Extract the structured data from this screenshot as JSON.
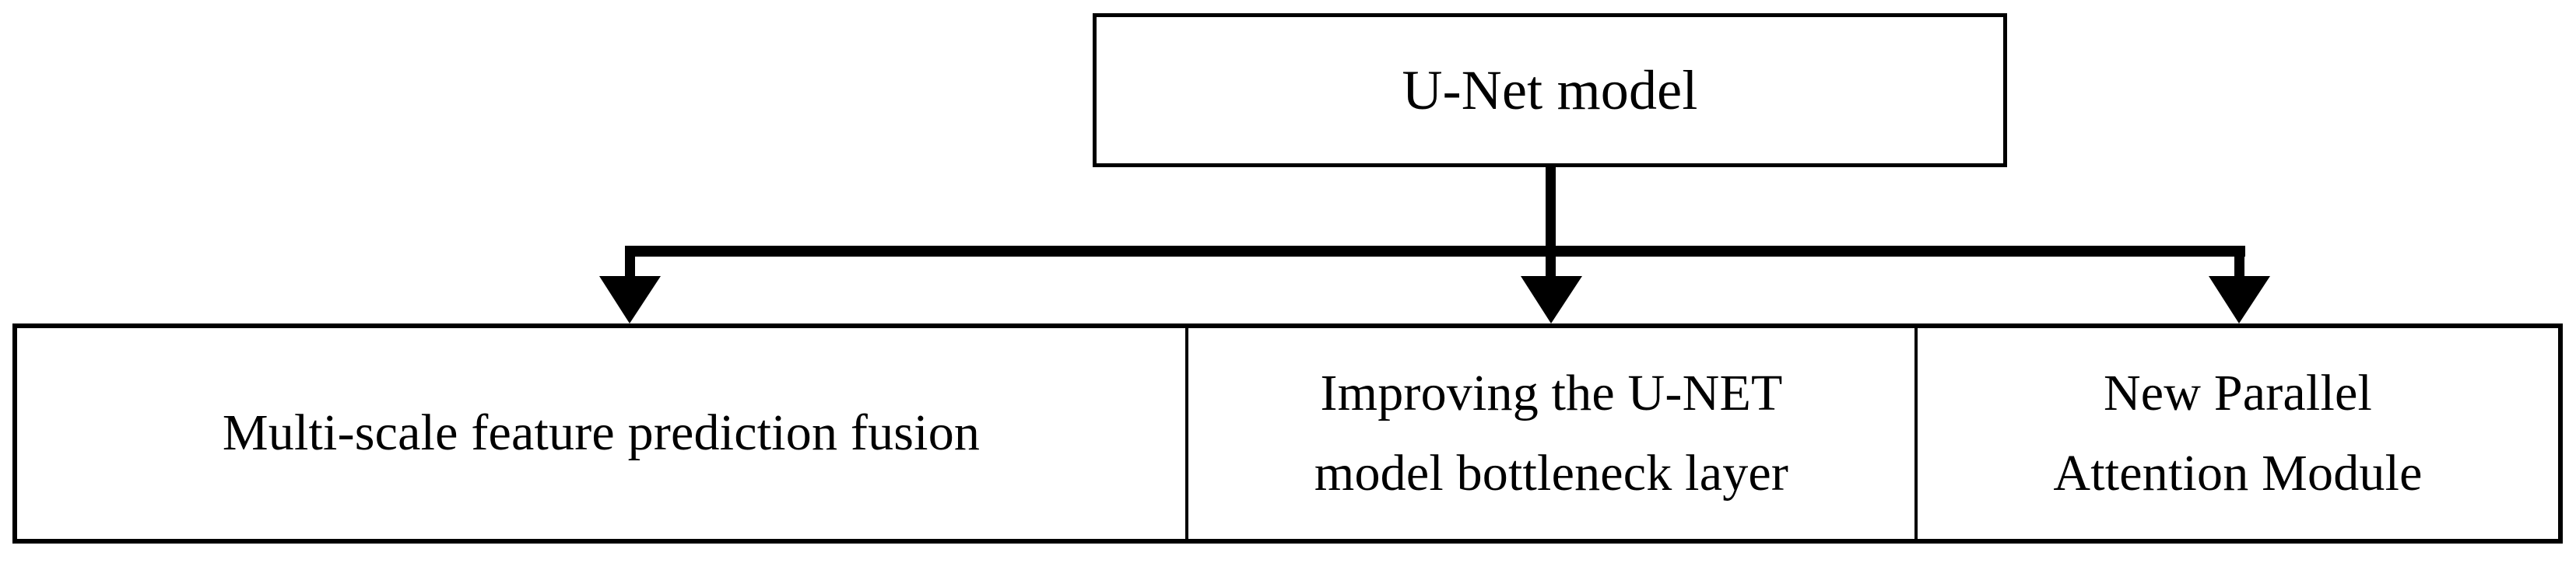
{
  "diagram": {
    "type": "hierarchy-flowchart",
    "orientation": "top-down",
    "background_color": "#ffffff",
    "line_color": "#000000",
    "text_color": "#000000",
    "root": {
      "id": "u-net-model",
      "label": "U-Net model"
    },
    "children": [
      {
        "id": "multi-scale-feature-prediction-fusion",
        "label": "Multi-scale feature prediction fusion"
      },
      {
        "id": "improving-the-u-net-model-bottleneck-layer",
        "label": "Improving the U-NET\nmodel bottleneck layer"
      },
      {
        "id": "new-parallel-attention-module",
        "label": "New Parallel\nAttention Module"
      }
    ],
    "connectors": {
      "count": 3,
      "style": "elbow-with-arrowhead",
      "arrow_direction": "down"
    }
  }
}
